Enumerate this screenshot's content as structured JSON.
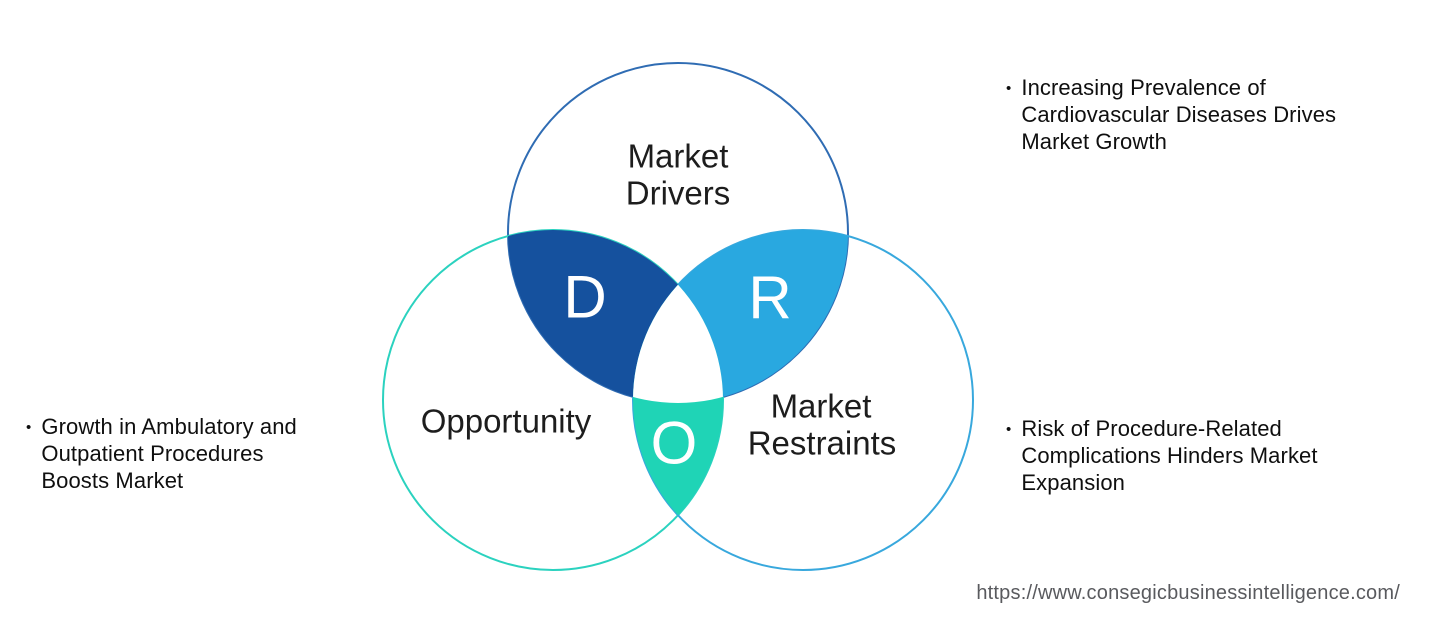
{
  "venn": {
    "drivers": {
      "label_line1": "Market",
      "label_line2": "Drivers",
      "letter": "D",
      "circle_stroke": "#2f6cb3",
      "lens_fill": "#15519e"
    },
    "restraints": {
      "label_line1": "Market",
      "label_line2": "Restraints",
      "letter": "R",
      "circle_stroke": "#38a8dd",
      "lens_fill": "#29a8e0"
    },
    "opportunity": {
      "label_line1": "Opportunity",
      "letter": "O",
      "circle_stroke": "#2bd2bf",
      "lens_fill": "#1fd4b6"
    },
    "center_fill": "#ffffff"
  },
  "annotations": {
    "driver_note": {
      "bullet": "•",
      "lines": [
        "Increasing Prevalence of",
        "Cardiovascular Diseases Drives",
        "Market Growth"
      ]
    },
    "opportunity_note": {
      "bullet": "•",
      "lines": [
        "Growth in Ambulatory and",
        "Outpatient Procedures",
        "Boosts Market"
      ]
    },
    "restraint_note": {
      "bullet": "•",
      "lines": [
        "Risk of Procedure-Related",
        "Complications Hinders Market",
        "Expansion"
      ]
    }
  },
  "footer": {
    "url": "https://www.consegicbusinessintelligence.com/"
  }
}
